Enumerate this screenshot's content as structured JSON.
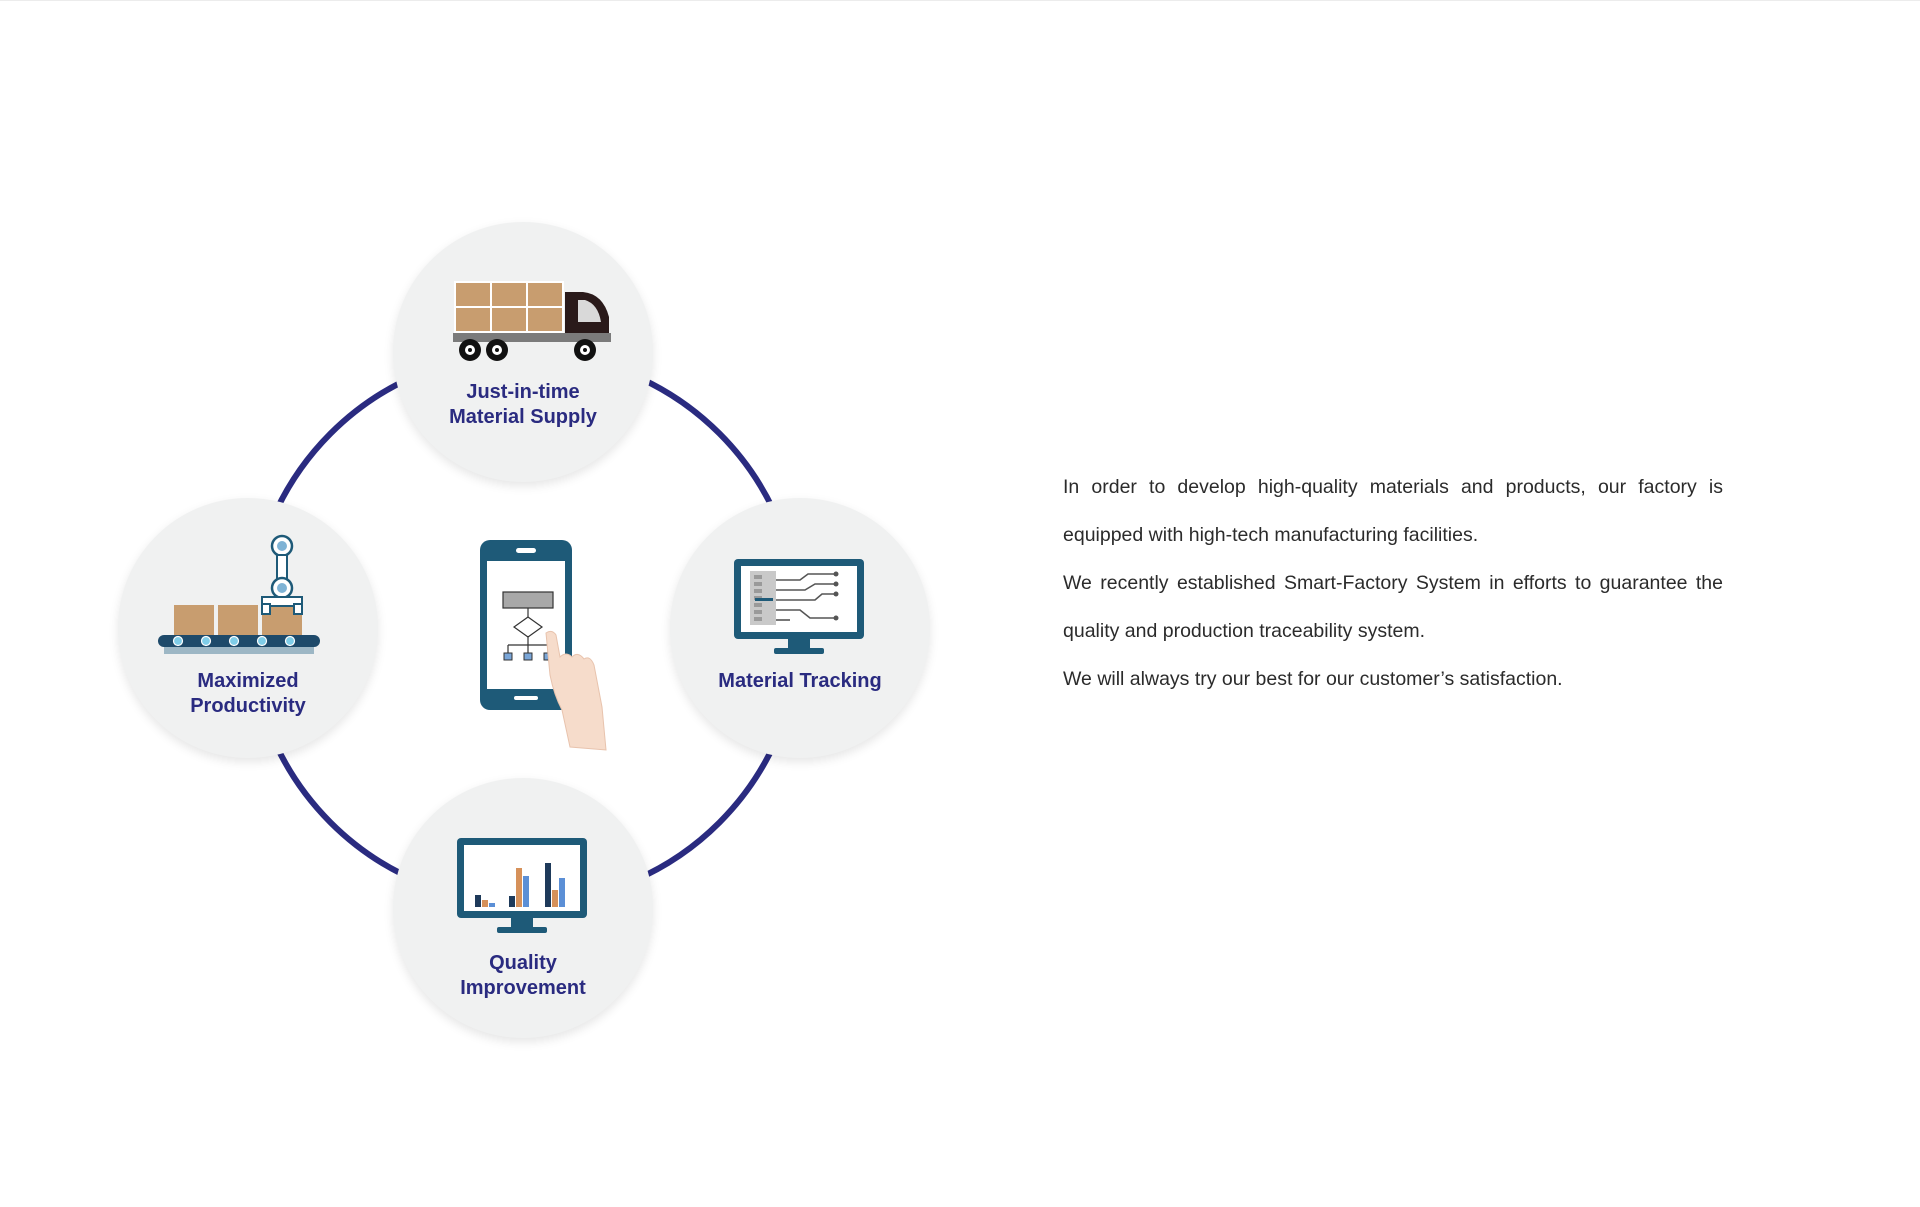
{
  "diagram": {
    "ring_color": "#2a2b80",
    "node_color": "#f0f1f1",
    "label_color": "#2a2b80",
    "nodes": [
      {
        "id": "supply",
        "icon": "truck-icon",
        "lines": [
          "Just-in-time",
          "Material Supply"
        ]
      },
      {
        "id": "tracking",
        "icon": "monitor-circuit-icon",
        "lines": [
          "Material Tracking"
        ]
      },
      {
        "id": "productivity",
        "icon": "robot-arm-conveyor-icon",
        "lines": [
          "Maximized",
          "Productivity"
        ]
      },
      {
        "id": "quality",
        "icon": "monitor-bar-chart-icon",
        "lines": [
          "Quality",
          "Improvement"
        ]
      }
    ],
    "center_icon": "smartphone-touch-flowchart-icon"
  },
  "description": {
    "paragraphs": [
      "In order to develop high-quality materials and products, our factory is equipped with high-tech manufacturing facilities.",
      "We recently established Smart-Factory System in efforts to guarantee the quality and production traceability system.",
      "We will always try our best for our customer’s satisfaction."
    ]
  }
}
